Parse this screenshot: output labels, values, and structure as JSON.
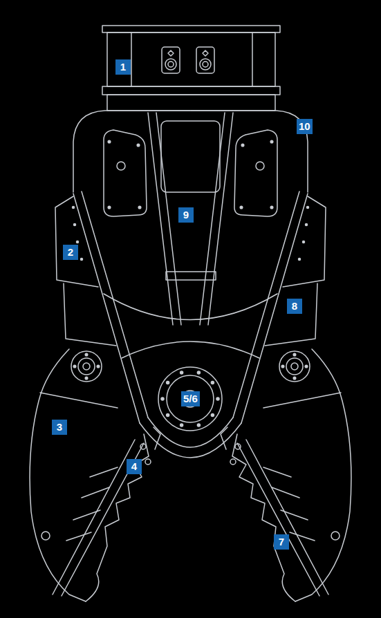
{
  "diagram": {
    "labels": [
      "1",
      "10",
      "9",
      "2",
      "8",
      "5/6",
      "3",
      "4",
      "7"
    ]
  }
}
